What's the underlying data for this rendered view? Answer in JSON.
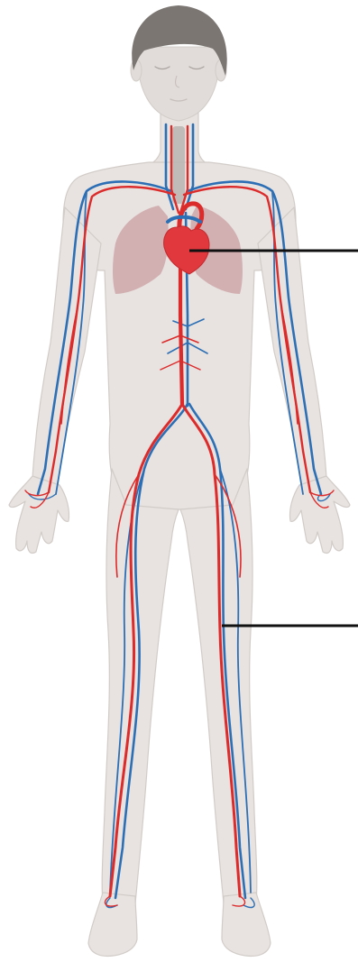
{
  "figure": {
    "subject": "human-circulatory-system",
    "colors": {
      "background": "#ffffff",
      "skin": "#e8e3e0",
      "skin_outline": "#d2ccc8",
      "hair": "#7b7672",
      "face": "#e1dcd9",
      "lungs": "#c99c9f",
      "heart": "#e0383c",
      "artery": "#dc2b2b",
      "vein": "#2d6fb5",
      "trachea": "#b9b4b1",
      "leader_line": "#111111"
    },
    "pointers": [
      {
        "id": "heart-pointer",
        "target": "heart",
        "label": ""
      },
      {
        "id": "leg-vessel-pointer",
        "target": "blood-vessel",
        "label": ""
      }
    ]
  }
}
